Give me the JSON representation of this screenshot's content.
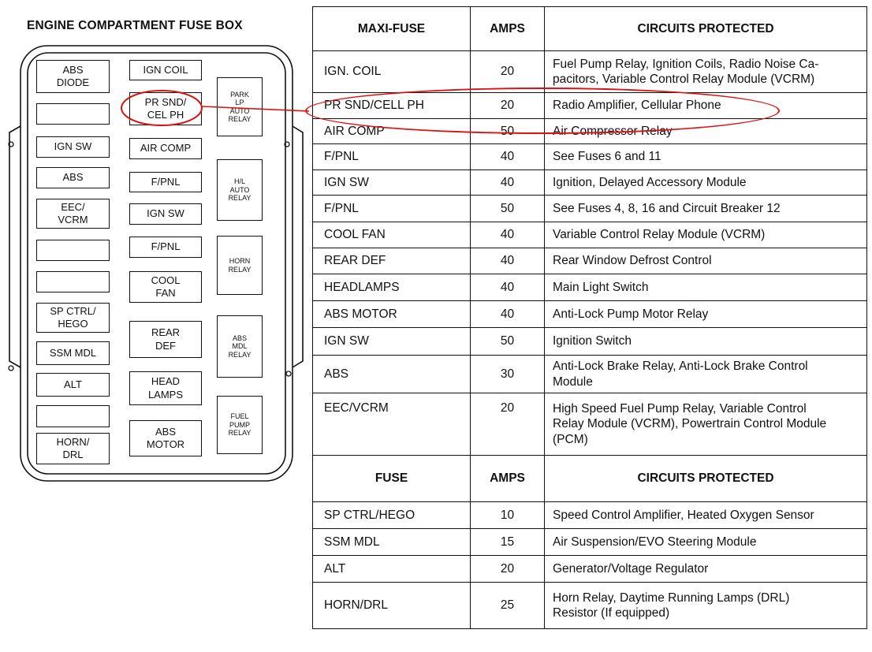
{
  "diagram": {
    "title": "ENGINE COMPARTMENT FUSE BOX",
    "fuses_col1": [
      "ABS\nDIODE",
      "",
      "IGN SW",
      "ABS",
      "EEC/\nVCRM",
      "",
      "",
      "SP CTRL/\nHEGO",
      "SSM MDL",
      "ALT",
      "",
      "HORN/\nDRL"
    ],
    "fuses_col2": [
      "IGN COIL",
      "PR SND/\nCEL PH",
      "AIR COMP",
      "F/PNL",
      "IGN SW",
      "F/PNL",
      "COOL\nFAN",
      "REAR\nDEF",
      "HEAD\nLAMPS",
      "ABS\nMOTOR"
    ],
    "relays": [
      "PARK\nLP\nAUTO\nRELAY",
      "H/L\nAUTO\nRELAY",
      "HORN\nRELAY",
      "ABS\nMDL\nRELAY",
      "FUEL\nPUMP\nRELAY"
    ],
    "highlight_color": "#dd1111"
  },
  "table": {
    "maxi_header": {
      "name": "MAXI-FUSE",
      "amps": "AMPS",
      "circuits": "CIRCUITS PROTECTED"
    },
    "maxi_rows": [
      {
        "name": "IGN. COIL",
        "amps": "20",
        "circuits": "Fuel Pump Relay, Ignition Coils, Radio Noise Ca-\npacitors, Variable Control Relay Module (VCRM)"
      },
      {
        "name": "PR SND/CELL PH",
        "amps": "20",
        "circuits": "Radio Amplifier, Cellular Phone"
      },
      {
        "name": "AIR COMP",
        "amps": "50",
        "circuits": "Air Compressor Relay"
      },
      {
        "name": "F/PNL",
        "amps": "40",
        "circuits": "See Fuses 6 and 11"
      },
      {
        "name": "IGN SW",
        "amps": "40",
        "circuits": "Ignition, Delayed Accessory Module"
      },
      {
        "name": "F/PNL",
        "amps": "50",
        "circuits": "See Fuses 4, 8, 16 and Circuit Breaker 12"
      },
      {
        "name": "COOL FAN",
        "amps": "40",
        "circuits": "Variable Control Relay Module (VCRM)"
      },
      {
        "name": "REAR DEF",
        "amps": "40",
        "circuits": "Rear Window Defrost Control"
      },
      {
        "name": "HEADLAMPS",
        "amps": "40",
        "circuits": "Main Light Switch"
      },
      {
        "name": "ABS MOTOR",
        "amps": "40",
        "circuits": "Anti-Lock Pump Motor Relay"
      },
      {
        "name": "IGN SW",
        "amps": "50",
        "circuits": "Ignition Switch"
      },
      {
        "name": "ABS",
        "amps": "30",
        "circuits": "Anti-Lock Brake Relay, Anti-Lock Brake Control\nModule"
      },
      {
        "name": "EEC/VCRM",
        "amps": "20",
        "circuits": "High Speed Fuel Pump Relay, Variable Control\nRelay Module (VCRM), Powertrain Control Module\n(PCM)"
      }
    ],
    "fuse_header": {
      "name": "FUSE",
      "amps": "AMPS",
      "circuits": "CIRCUITS PROTECTED"
    },
    "fuse_rows": [
      {
        "name": "SP CTRL/HEGO",
        "amps": "10",
        "circuits": "Speed Control Amplifier, Heated Oxygen Sensor"
      },
      {
        "name": "SSM MDL",
        "amps": "15",
        "circuits": "Air Suspension/EVO Steering Module"
      },
      {
        "name": "ALT",
        "amps": "20",
        "circuits": "Generator/Voltage Regulator"
      },
      {
        "name": "HORN/DRL",
        "amps": "25",
        "circuits": "Horn Relay, Daytime Running Lamps (DRL)\nResistor (If equipped)"
      }
    ]
  }
}
